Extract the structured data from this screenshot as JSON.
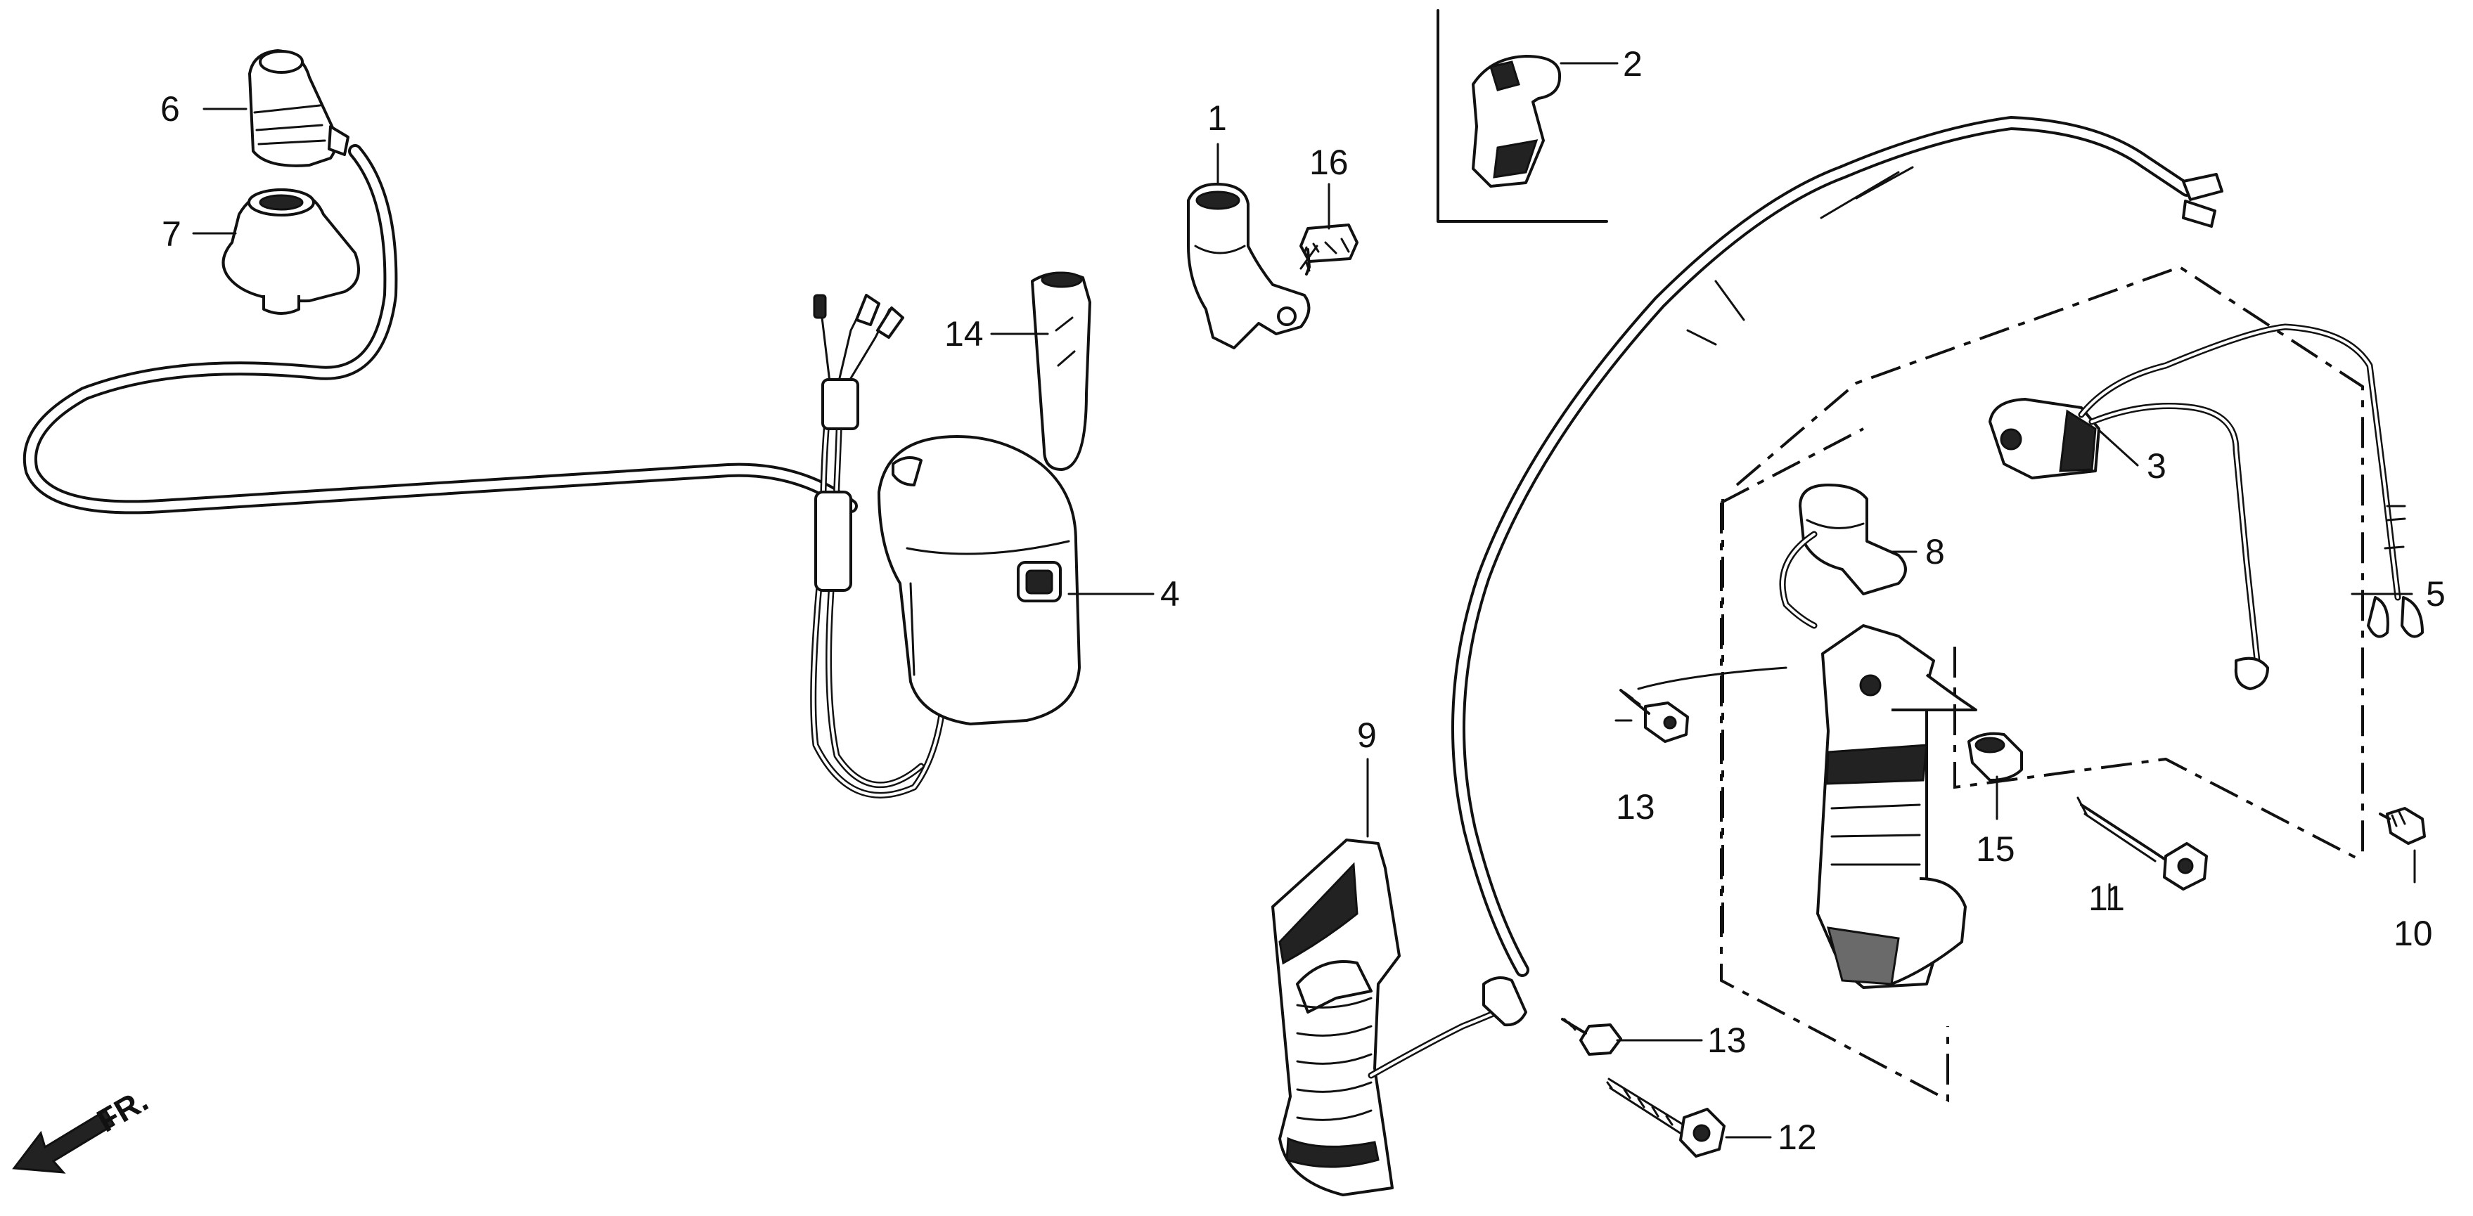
{
  "diagram": {
    "callouts": {
      "c1": "1",
      "c2": "2",
      "c3": "3",
      "c4": "4",
      "c5": "5",
      "c6": "6",
      "c7": "7",
      "c8": "8",
      "c9": "9",
      "c10": "10",
      "c11": "11",
      "c12": "12",
      "c13a": "13",
      "c13b": "13",
      "c14": "14",
      "c15": "15",
      "c16": "16"
    },
    "direction_label": "FR."
  }
}
